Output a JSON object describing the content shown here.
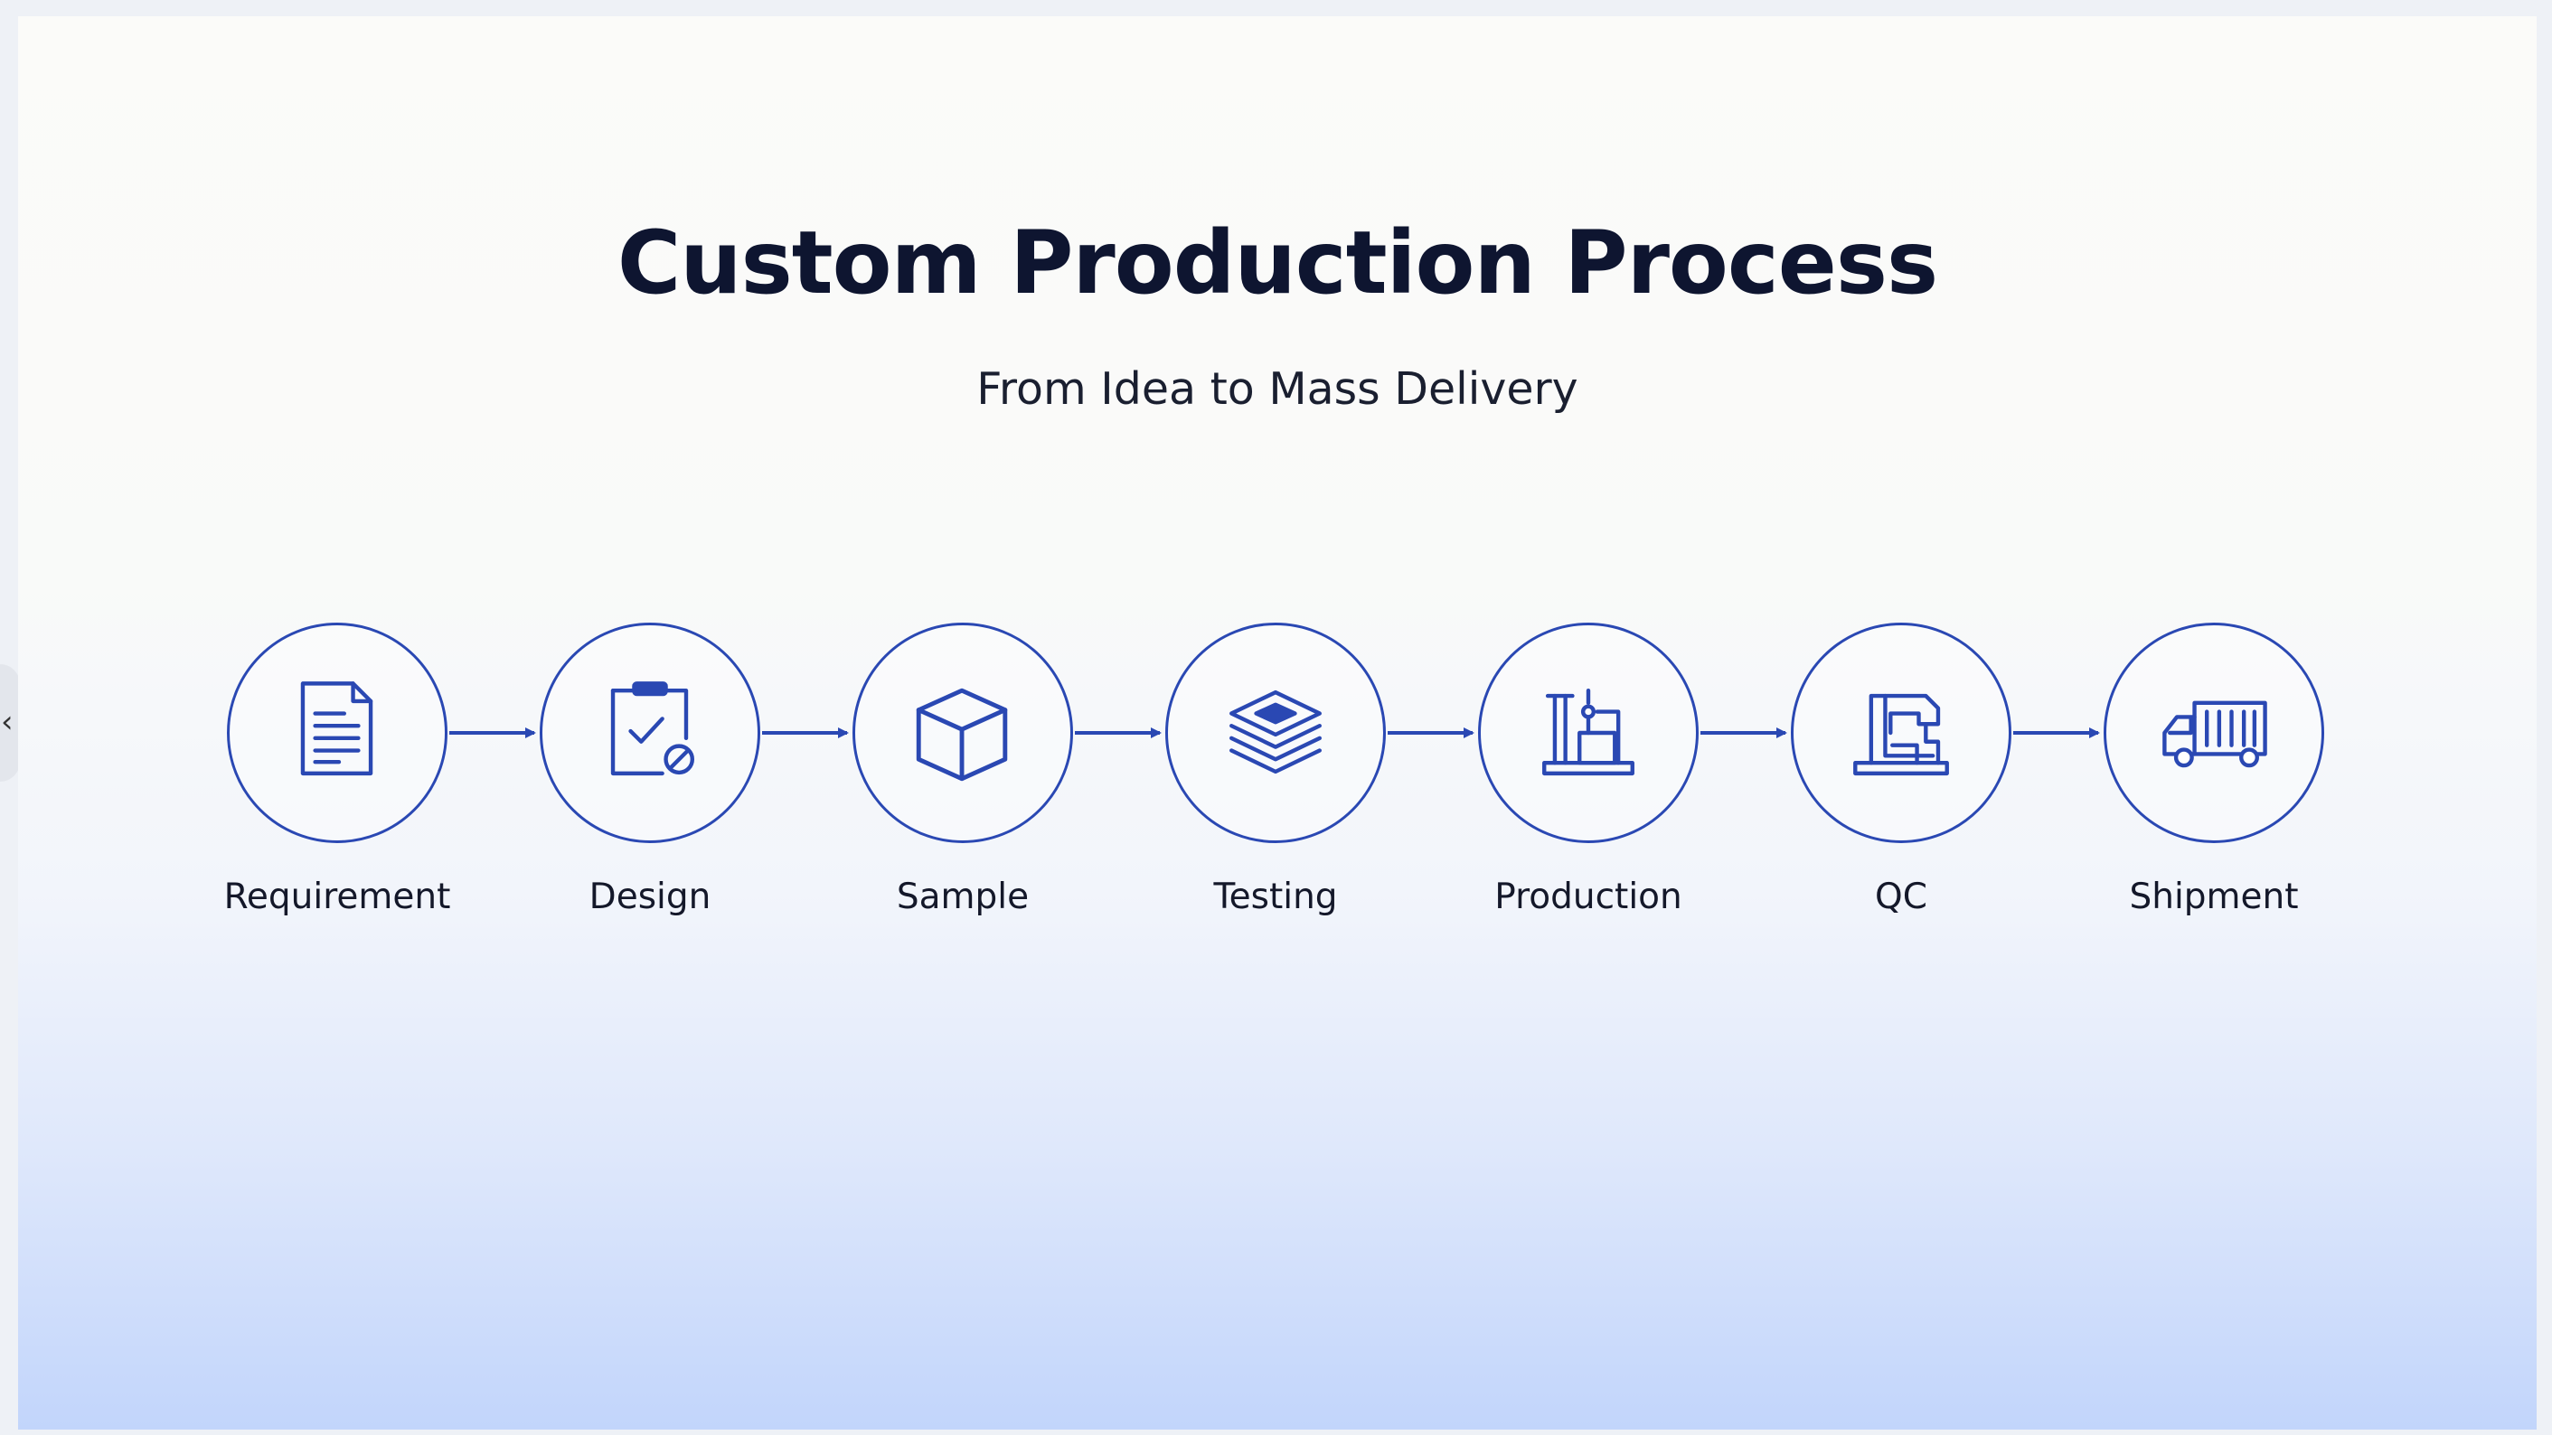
{
  "slide": {
    "title": "Custom Production Process",
    "subtitle": "From Idea to Mass Delivery"
  },
  "colors": {
    "accent": "#2a48b3",
    "title": "#0e1530",
    "background_top": "#fbfbf9",
    "background_bottom": "#c2d5fb"
  },
  "steps": [
    {
      "label": "Requirement",
      "icon": "document-icon"
    },
    {
      "label": "Design",
      "icon": "clipboard-check-icon"
    },
    {
      "label": "Sample",
      "icon": "box-icon"
    },
    {
      "label": "Testing",
      "icon": "layers-icon"
    },
    {
      "label": "Production",
      "icon": "factory-machine-icon"
    },
    {
      "label": "QC",
      "icon": "inspection-machine-icon"
    },
    {
      "label": "Shipment",
      "icon": "truck-icon"
    }
  ],
  "nav": {
    "prev_glyph": "‹"
  }
}
